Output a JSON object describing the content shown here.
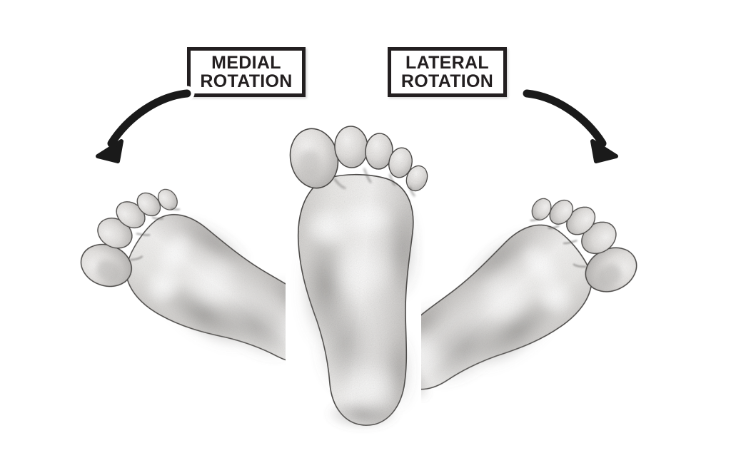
{
  "figure": {
    "title": "Foot rotation diagram",
    "background_color": "#ffffff",
    "ink_color": "#231f20"
  },
  "labels": [
    {
      "id": "medial",
      "text": "MEDIAL\nROTATION",
      "line1": "MEDIAL",
      "line2": "ROTATION",
      "border_color": "#231f20",
      "fill_color": "#ffffff"
    },
    {
      "id": "lateral",
      "text": "LATERAL\nROTATION",
      "line1": "LATERAL",
      "line2": "ROTATION",
      "border_color": "#231f20",
      "fill_color": "#ffffff"
    }
  ],
  "arrows": [
    {
      "id": "arrow-medial",
      "direction": "curves down and to the left",
      "points_to": "left foot",
      "color": "#1a1a1a",
      "outline_color": "#ffffff"
    },
    {
      "id": "arrow-lateral",
      "direction": "curves down and to the right",
      "points_to": "right foot",
      "color": "#1a1a1a",
      "outline_color": "#ffffff"
    }
  ],
  "feet": [
    {
      "id": "foot-left",
      "position": "left",
      "view": "plantar sole",
      "rotation_deg": -22,
      "state": "medially rotated",
      "toe_count": 5
    },
    {
      "id": "foot-center",
      "position": "center",
      "view": "plantar sole",
      "rotation_deg": 0,
      "state": "neutral",
      "toe_count": 5
    },
    {
      "id": "foot-right",
      "position": "right",
      "view": "plantar sole",
      "rotation_deg": 30,
      "state": "laterally rotated",
      "toe_count": 5
    }
  ]
}
